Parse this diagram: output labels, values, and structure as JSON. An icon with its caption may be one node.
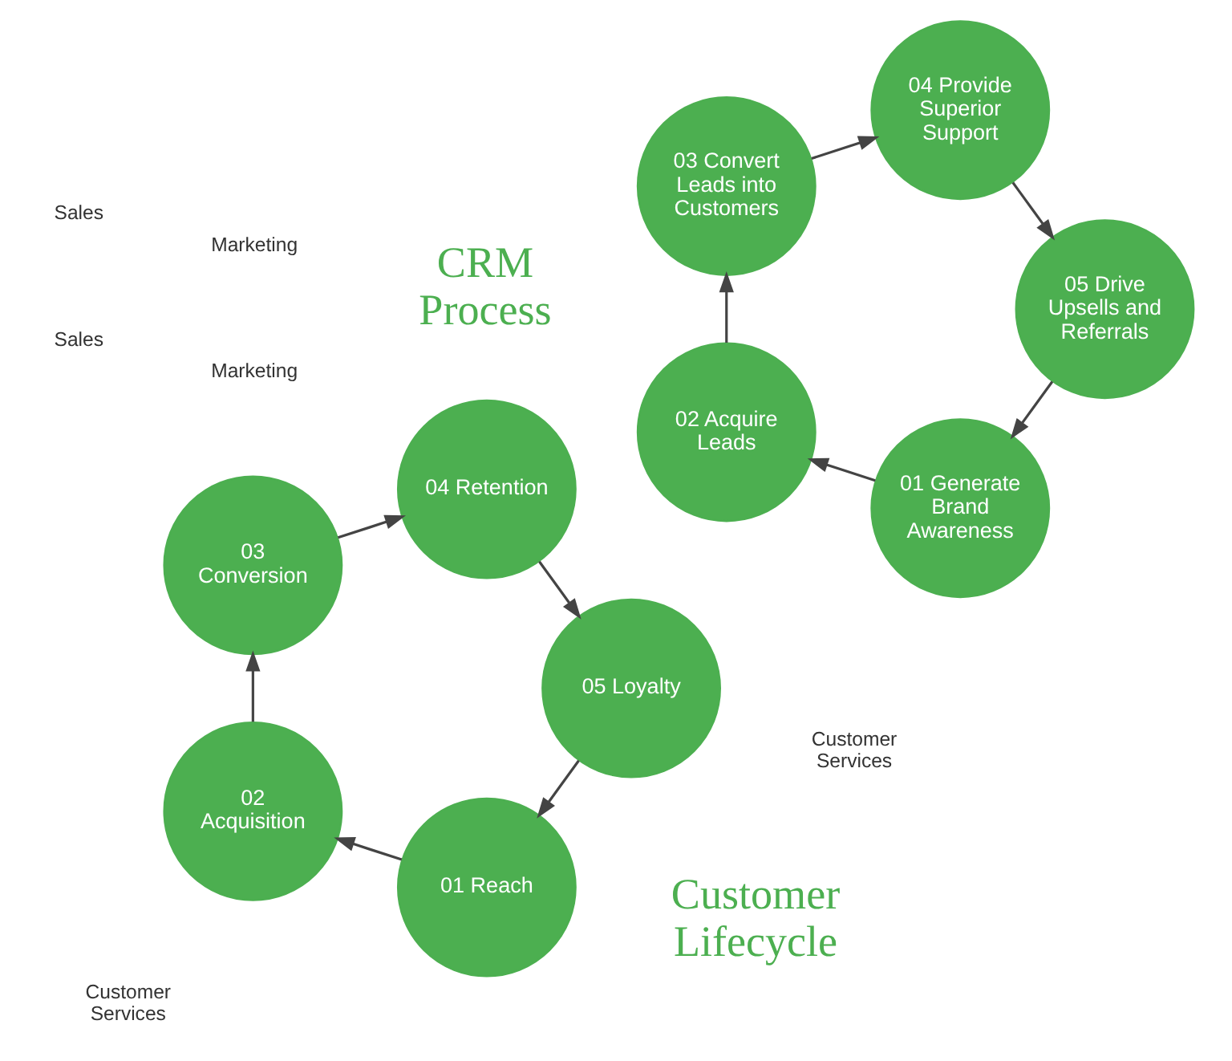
{
  "diagram": {
    "nodes": [
      {
        "text": [
          "01 Reach"
        ]
      },
      {
        "text": [
          "02 Acquisition"
        ]
      },
      {
        "text": [
          "03 Conversion"
        ]
      },
      {
        "text": [
          "04 Retention"
        ]
      },
      {
        "text": [
          "05 Loyalty"
        ]
      },
      {
        "text": [
          "01 Generate Brand Awareness"
        ]
      },
      {
        "text": [
          "02 Acquire Leads"
        ]
      },
      {
        "text": [
          "03 Convert Leads into Customers"
        ]
      },
      {
        "text": [
          "04 Provide Superior Support"
        ]
      },
      {
        "text": [
          "05 Drive Upsells and Referrals"
        ]
      }
    ],
    "edges": [
      {
        "from": 0,
        "to": 1,
        "arrow": "to"
      },
      {
        "from": 1,
        "to": 2,
        "arrow": "to"
      },
      {
        "from": 2,
        "to": 3,
        "arrow": "to"
      },
      {
        "from": 3,
        "to": 4,
        "arrow": "to"
      },
      {
        "from": 4,
        "to": 0,
        "arrow": "to"
      },
      {
        "from": 5,
        "to": 6,
        "arrow": "to"
      },
      {
        "from": 6,
        "to": 7,
        "arrow": "to"
      },
      {
        "from": 7,
        "to": 8,
        "arrow": "to"
      },
      {
        "from": 8,
        "to": 9,
        "arrow": "to"
      },
      {
        "from": 9,
        "to": 5,
        "arrow": "to"
      }
    ],
    "labels": [
      "Marketing",
      "Customer Lifecycle",
      "Customer Services",
      "Sales",
      "Marketing",
      "CRM Process",
      "Customer Services",
      "Sales"
    ]
  }
}
